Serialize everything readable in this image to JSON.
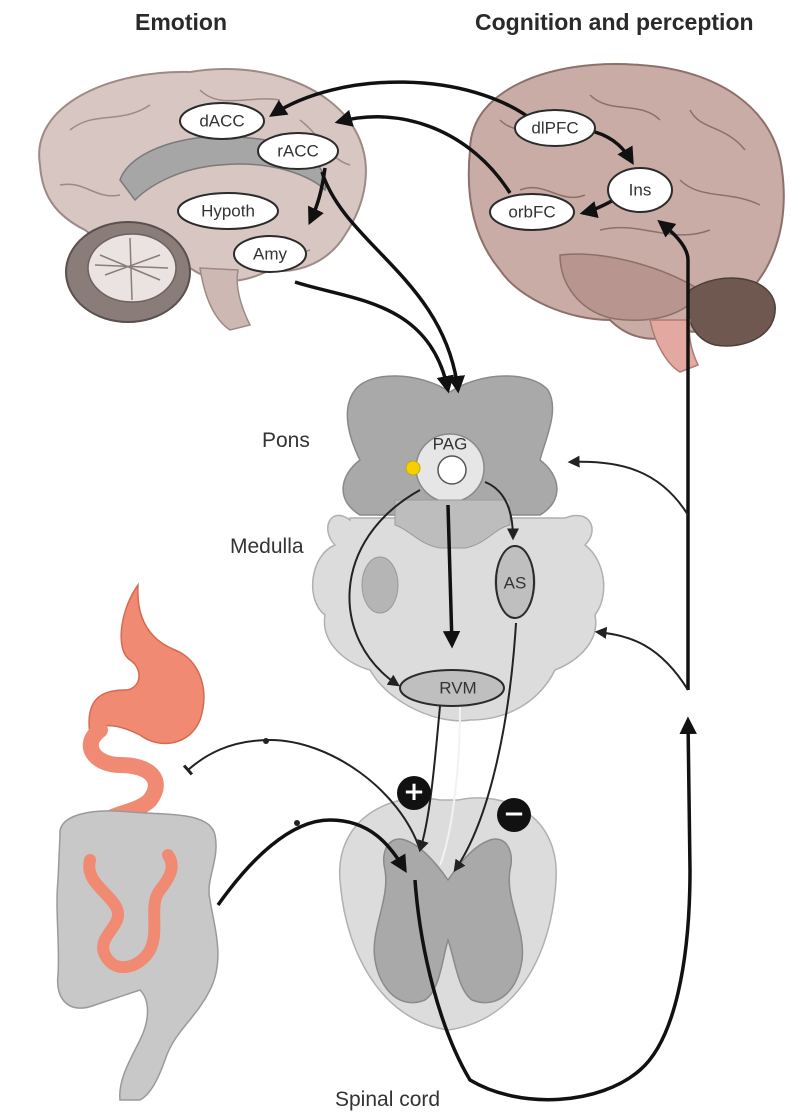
{
  "headings": {
    "left": "Emotion",
    "right": "Cognition and perception"
  },
  "nodes": {
    "dACC": "dACC",
    "rACC": "rACC",
    "hypoth": "Hypoth",
    "amy": "Amy",
    "dlPFC": "dlPFC",
    "ins": "Ins",
    "orbFC": "orbFC",
    "PAG": "PAG",
    "AS": "AS",
    "RVM": "RVM"
  },
  "regions": {
    "pons": "Pons",
    "medulla": "Medulla",
    "spinal_cord": "Spinal cord"
  },
  "signs": {
    "facilitation": "+",
    "inhibition": "−"
  },
  "colors": {
    "brain_left": "#d8c6c2",
    "brain_right": "#c9aca6",
    "brainstem_dark": "#a9a9a9",
    "brainstem_light": "#d9d9d9",
    "gut": "#f08a72",
    "colon": "#c8c8c8",
    "highlight": "#f5d000"
  }
}
